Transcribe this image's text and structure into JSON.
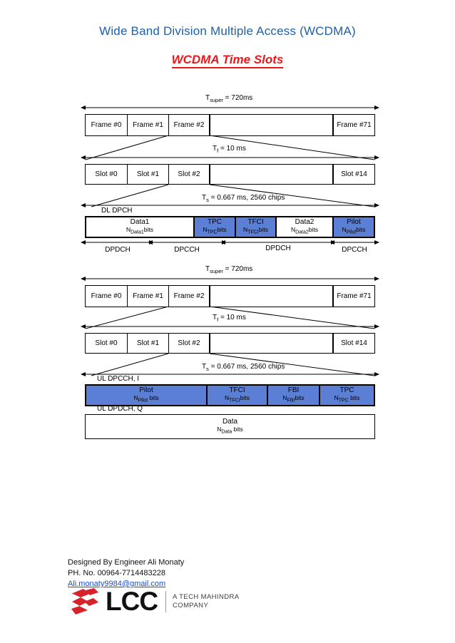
{
  "titles": {
    "main": "Wide Band Division Multiple Access (WCDMA)",
    "sub": "WCDMA Time Slots"
  },
  "colors": {
    "title_blue": "#1F5FA8",
    "title_red": "#E8191B",
    "block_blue": "#5B7FD4",
    "link_blue": "#1a4fc4",
    "logo_red": "#D6222A"
  },
  "diagram": {
    "downlink": {
      "superframe": {
        "dimension_label": "T",
        "dimension_sub": "super",
        "dimension_value": "= 720ms",
        "cells": [
          "Frame #0",
          "Frame #1",
          "Frame #2",
          "",
          "Frame #71"
        ]
      },
      "frame": {
        "dimension_label": "T",
        "dimension_sub": "f",
        "dimension_value": "= 10 ms",
        "cells": [
          "Slot #0",
          "Slot #1",
          "Slot #2",
          "",
          "Slot #14"
        ]
      },
      "slot": {
        "dimension_label": "T",
        "dimension_sub": "s",
        "dimension_value": "= 0.667 ms, 2560 chips",
        "channel_tag": "DL  DPCH",
        "fields": [
          {
            "name": "Data1",
            "bits_prefix": "N",
            "bits_sub": "Data1",
            "bits_suffix": "bits",
            "color": "white"
          },
          {
            "name": "TPC",
            "bits_prefix": "N",
            "bits_sub": "TPC",
            "bits_suffix": "bits",
            "color": "blue"
          },
          {
            "name": "TFCI",
            "bits_prefix": "N",
            "bits_sub": "TFCI",
            "bits_suffix": "bits",
            "color": "blue"
          },
          {
            "name": "Data2",
            "bits_prefix": "N",
            "bits_sub": "Data2",
            "bits_suffix": "bits",
            "color": "white"
          },
          {
            "name": "Pilot",
            "bits_prefix": "N",
            "bits_sub": "Pilot",
            "bits_suffix": "bits",
            "color": "blue"
          }
        ],
        "sub_channels": [
          "DPDCH",
          "DPCCH",
          "DPDCH",
          "DPCCH"
        ]
      }
    },
    "uplink": {
      "superframe": {
        "dimension_label": "T",
        "dimension_sub": "super",
        "dimension_value": "= 720ms",
        "cells": [
          "Frame #0",
          "Frame #1",
          "Frame #2",
          "",
          "Frame #71"
        ]
      },
      "frame": {
        "dimension_label": "T",
        "dimension_sub": "f",
        "dimension_value": "= 10 ms",
        "cells": [
          "Slot #0",
          "Slot #1",
          "Slot #2",
          "",
          "Slot #14"
        ]
      },
      "slot": {
        "dimension_label": "T",
        "dimension_sub": "s",
        "dimension_value": "= 0.667 ms, 2560 chips",
        "dpcch_tag": "UL DPCCH, I",
        "dpcch_fields": [
          {
            "name": "Pilot",
            "bits_prefix": "N",
            "bits_sub": "Pilot",
            "bits_suffix": "bits",
            "color": "blue"
          },
          {
            "name": "TFCI",
            "bits_prefix": "N",
            "bits_sub": "TFCI",
            "bits_suffix": "bits",
            "color": "blue"
          },
          {
            "name": "FBI",
            "bits_prefix": "N",
            "bits_sub": "FBI",
            "bits_suffix": "bits",
            "color": "blue"
          },
          {
            "name": "TPC",
            "bits_prefix": "N",
            "bits_sub": "TPC",
            "bits_suffix": "bits",
            "color": "blue"
          }
        ],
        "dpdch_tag": "UL DPDCH, Q",
        "dpdch_field": {
          "name": "Data",
          "bits_prefix": "N",
          "bits_sub": "Data",
          "bits_suffix": "bits",
          "color": "white"
        }
      }
    }
  },
  "footer": {
    "designer": "Designed By Engineer Ali Monaty",
    "phone": "PH. No. 00964-7714483228",
    "email": "Ali.monaty9984@gmail.com"
  },
  "logo": {
    "wordmark": "LCC",
    "tagline_line1": "A TECH MAHINDRA",
    "tagline_line2": "COMPANY"
  }
}
